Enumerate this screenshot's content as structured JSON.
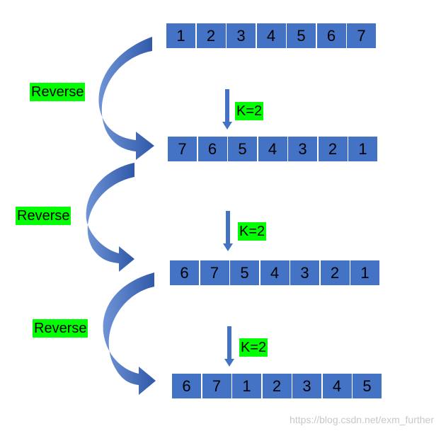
{
  "rows": [
    {
      "cells": [
        "1",
        "2",
        "3",
        "4",
        "5",
        "6",
        "7"
      ]
    },
    {
      "cells": [
        "7",
        "6",
        "5",
        "4",
        "3",
        "2",
        "1"
      ]
    },
    {
      "cells": [
        "6",
        "7",
        "5",
        "4",
        "3",
        "2",
        "1"
      ]
    },
    {
      "cells": [
        "6",
        "7",
        "1",
        "2",
        "3",
        "4",
        "5"
      ]
    }
  ],
  "reverse_labels": [
    "Reverse",
    "Reverse",
    "Reverse"
  ],
  "k_labels": [
    "K=2",
    "K=2",
    "K=2"
  ],
  "watermark": "https://blog.csdn.net/exm_further",
  "colors": {
    "cell": "#4472c4",
    "highlight": "#00ff00",
    "arrow": "#4472c4"
  }
}
